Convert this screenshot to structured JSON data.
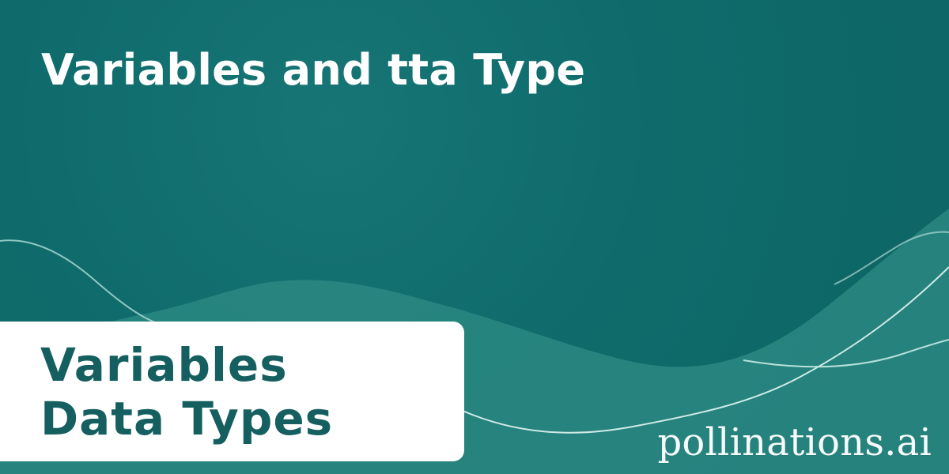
{
  "headline": {
    "text": "Variables and tta Type"
  },
  "title_card": {
    "line_1": "Variables",
    "line_2": "Data Types"
  },
  "watermark": {
    "text": "pollinations.ai"
  },
  "colors": {
    "background": "#0f6b6b",
    "wave_fill": "#2d8a84",
    "wave_line": "#a7d8d2",
    "card_bg": "#ffffff",
    "card_text": "#165f60",
    "headline_text": "#ffffff",
    "watermark_text": "#ffffff"
  }
}
